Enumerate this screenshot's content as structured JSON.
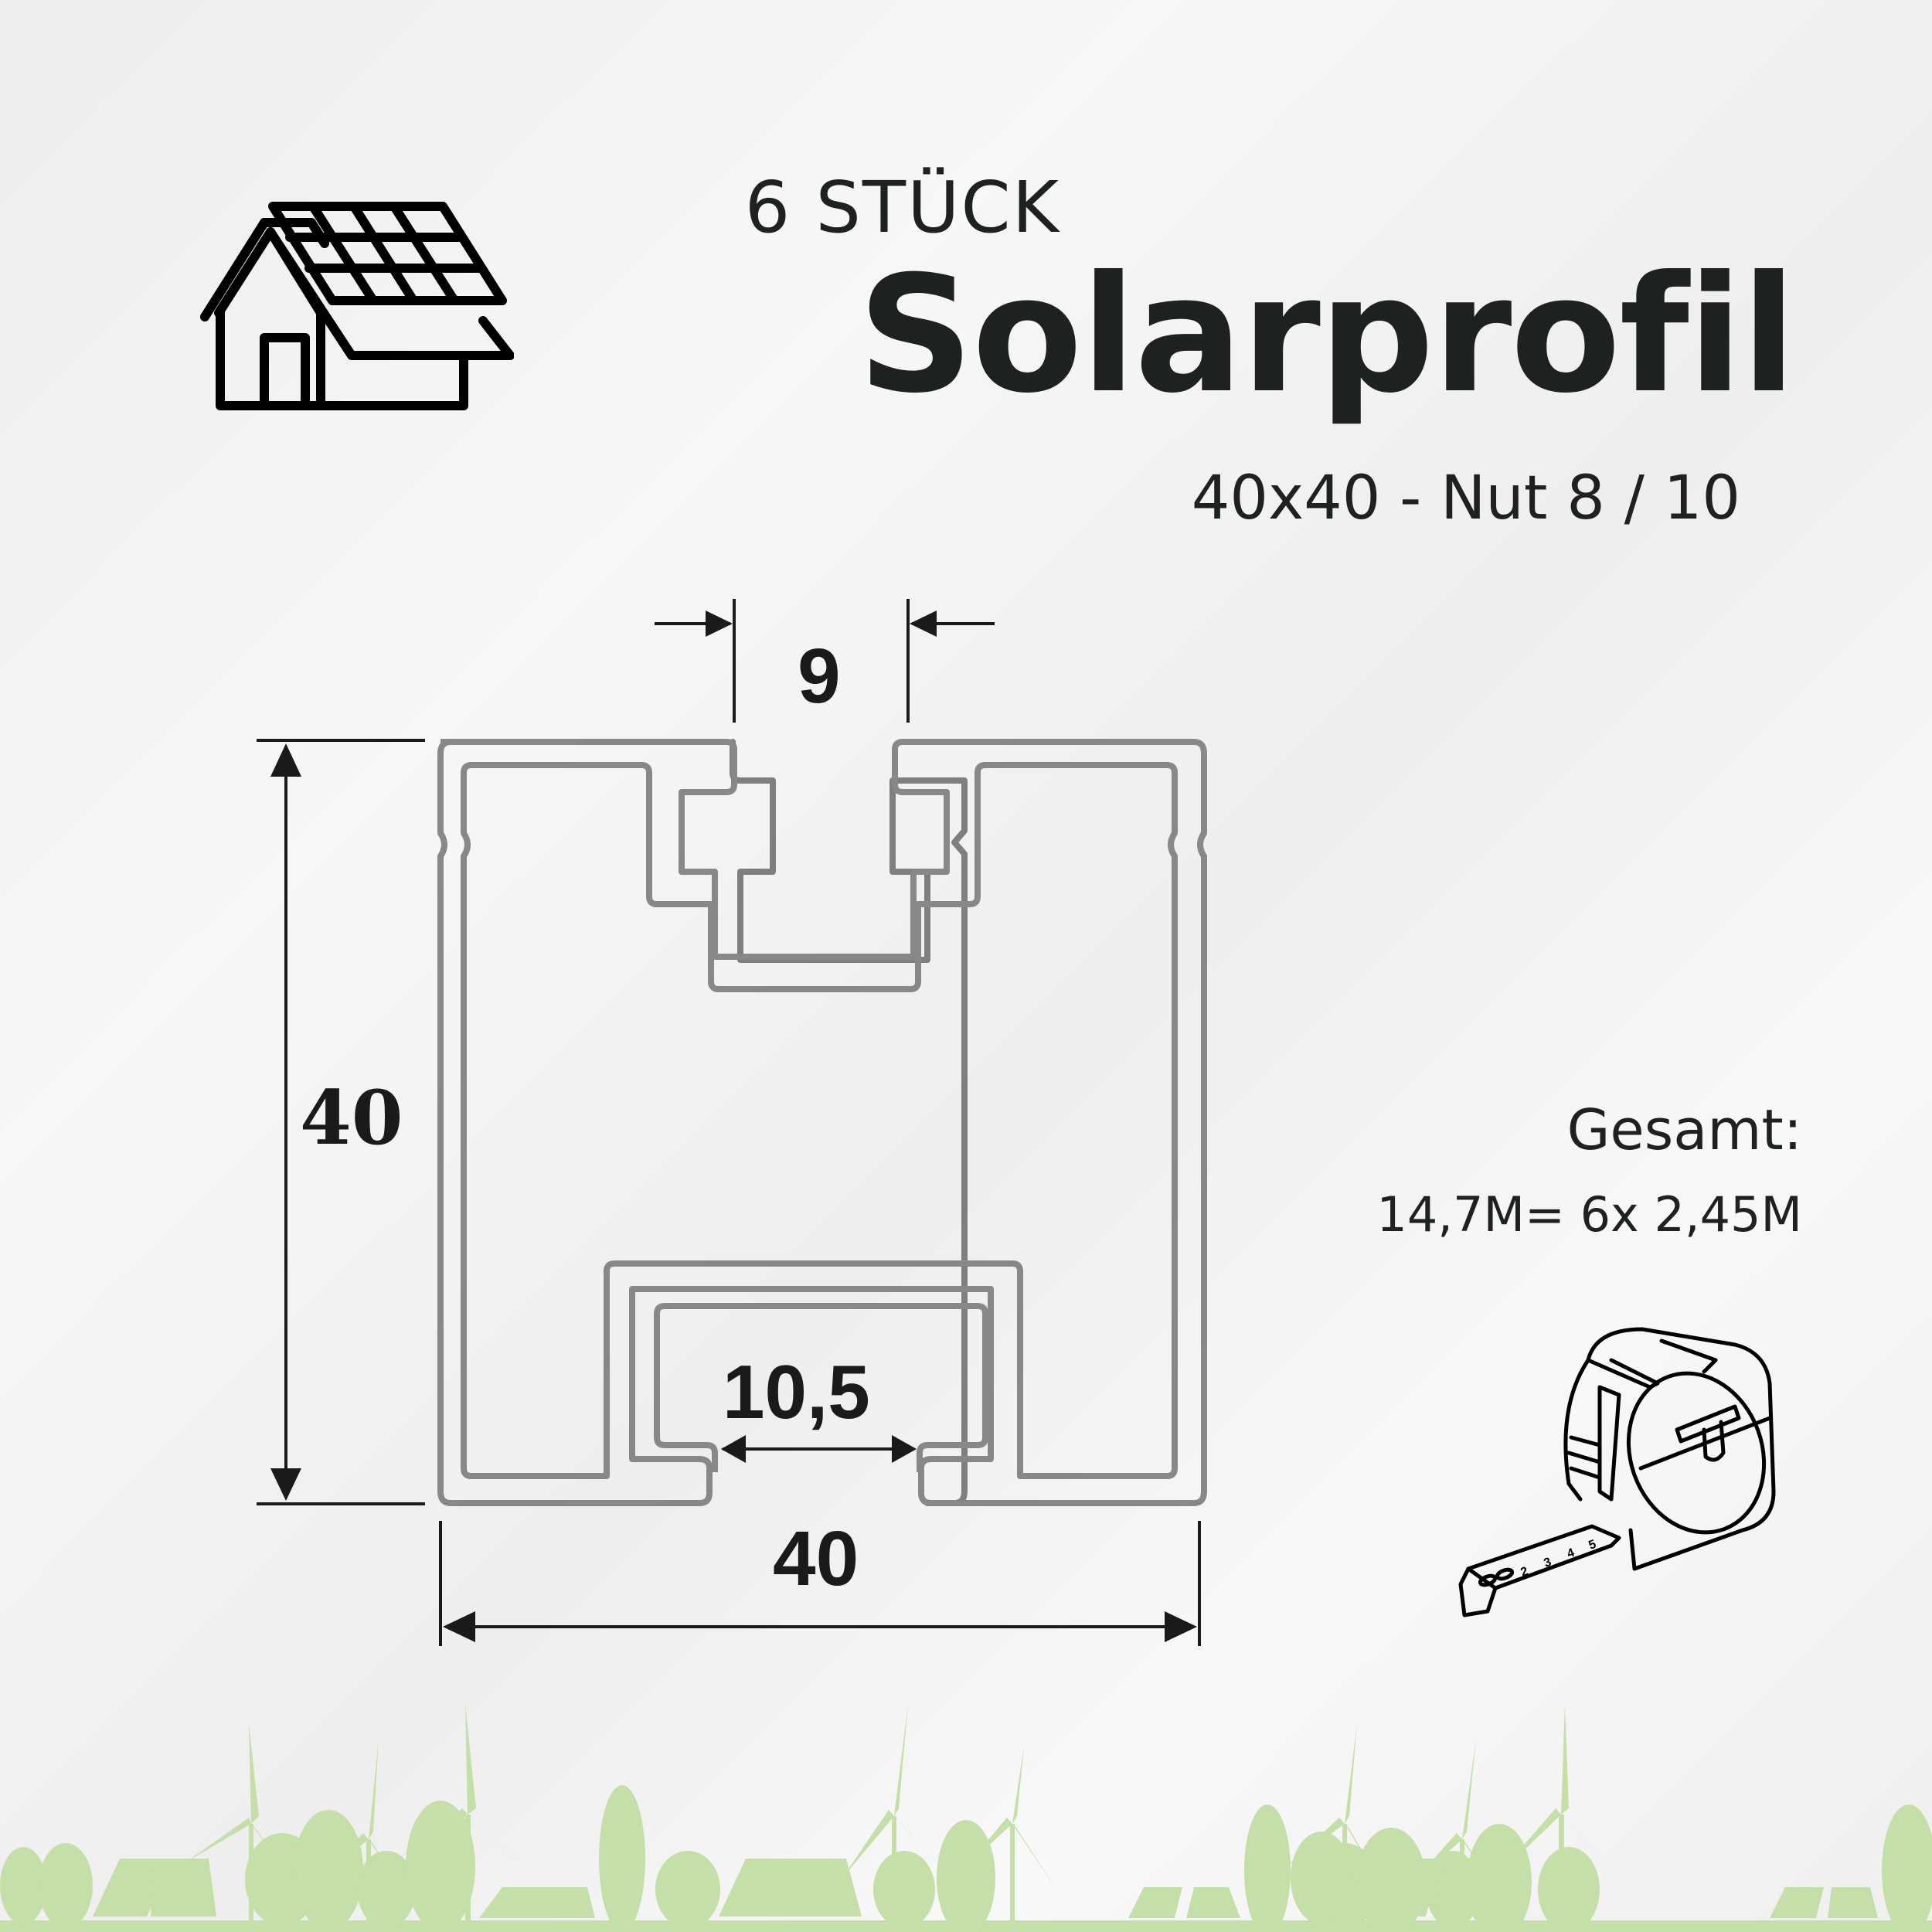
{
  "header": {
    "quantity": "6 STÜCK",
    "title": "Solarprofil",
    "subtitle": "40x40 - Nut 8 / 10"
  },
  "icons": {
    "house": "solar-house-icon",
    "tape": "tape-measure-icon"
  },
  "drawing": {
    "dim_top_slot": "9",
    "dim_height": "40",
    "dim_bottom_slot": "10,5",
    "dim_width": "40"
  },
  "total": {
    "label": "Gesamt:",
    "value": "14,7M= 6x 2,45M"
  },
  "tape_marks": [
    "2",
    "3",
    "4",
    "5"
  ],
  "colors": {
    "text": "#1d2120",
    "profile_outline": "#8a8a8a",
    "landscape_green": "#c5dfa8"
  }
}
